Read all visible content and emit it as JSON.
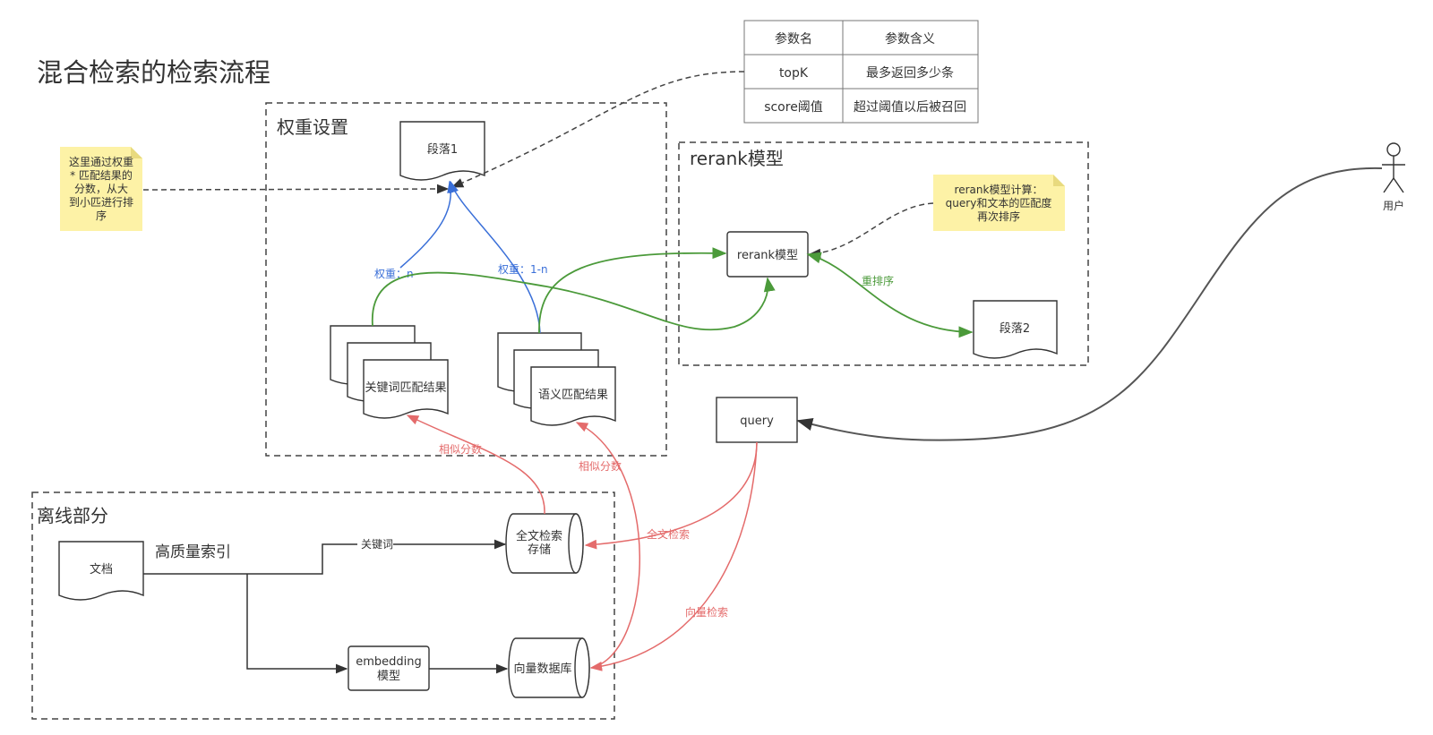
{
  "title": "混合检索的检索流程",
  "groups": {
    "weights": "权重设置",
    "rerank": "rerank模型",
    "offline": "离线部分"
  },
  "params_table": {
    "headers": [
      "参数名",
      "参数含义"
    ],
    "rows": [
      [
        "topK",
        "最多返回多少条"
      ],
      [
        "score阈值",
        "超过阈值以后被召回"
      ]
    ]
  },
  "nodes": {
    "paragraph1": "段落1",
    "paragraph2": "段落2",
    "keyword_results": "关键词匹配结果",
    "semantic_results": "语义匹配结果",
    "rerank_model": "rerank模型",
    "query": "query",
    "user": "用户",
    "document": "文档",
    "high_quality_index": "高质量索引",
    "fulltext_store_1": "全文检索",
    "fulltext_store_2": "存储",
    "embedding_1": "embedding",
    "embedding_2": "模型",
    "vector_db": "向量数据库"
  },
  "notes": {
    "weight_note": [
      "这里通过权重",
      "* 匹配结果的",
      "分数，从大",
      "到小匹进行排",
      "序"
    ],
    "rerank_note": [
      "rerank模型计算：",
      "query和文本的匹配度",
      "再次排序"
    ]
  },
  "edge_labels": {
    "weight_n": "权重：n",
    "weight_1n": "权重：1-n",
    "rerank_sort": "重排序",
    "sim_score_1": "相似分数",
    "sim_score_2": "相似分数",
    "fulltext_search": "全文检索",
    "vector_search": "向量检索",
    "keyword": "关键词"
  },
  "colors": {
    "red": "#e46b6b",
    "green": "#4b9a3a",
    "blue": "#3a6fd8",
    "note": "#fdf2a6"
  }
}
